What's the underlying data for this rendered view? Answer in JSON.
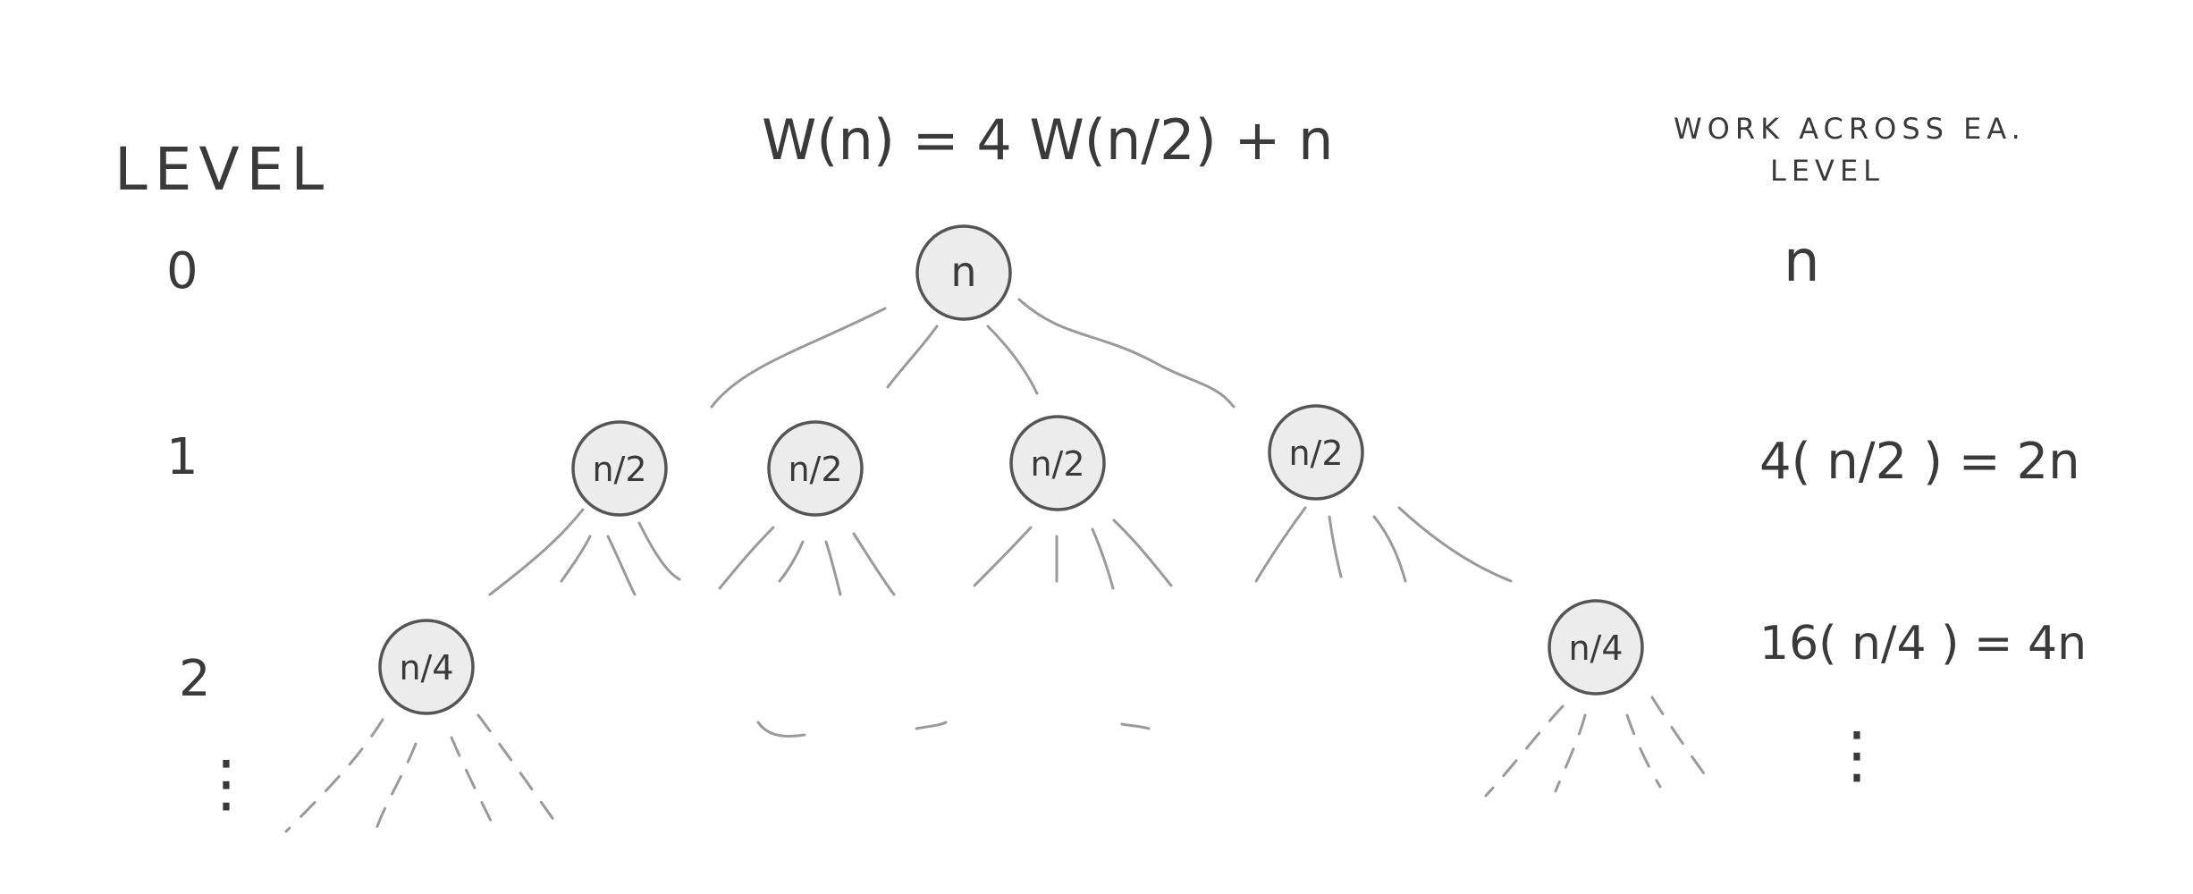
{
  "header": {
    "level_heading": "LEVEL",
    "recurrence": "W(n) = 4 W(n/2) + n",
    "work_heading_line1": "WORK ACROSS EA.",
    "work_heading_line2": "LEVEL"
  },
  "levels": [
    {
      "label": "0",
      "work": "n"
    },
    {
      "label": "1",
      "work": "4( n/2 ) = 2n"
    },
    {
      "label": "2",
      "work": "16( n/4 ) = 4n"
    }
  ],
  "level_ellipsis": "⋮",
  "work_ellipsis": "⋮",
  "tree": {
    "root": "n",
    "level1_nodes": [
      "n/2",
      "n/2",
      "n/2",
      "n/2"
    ],
    "level2_nodes": [
      "n/4",
      "n/4"
    ]
  }
}
